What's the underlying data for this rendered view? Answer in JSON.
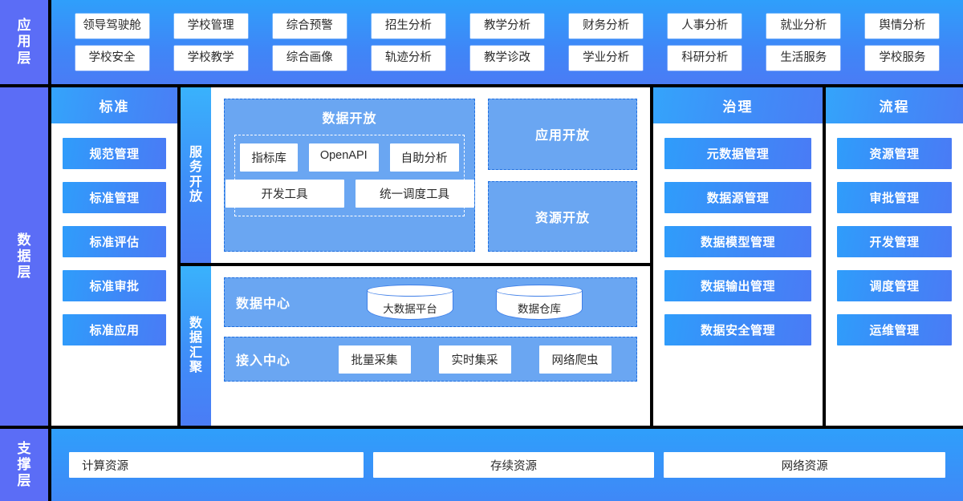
{
  "layers": {
    "application": {
      "label": "应用层"
    },
    "data": {
      "label": "数据层"
    },
    "support": {
      "label": "支撑层"
    }
  },
  "application": {
    "row1": [
      "领导驾驶舱",
      "学校管理",
      "综合预警",
      "招生分析",
      "教学分析",
      "财务分析",
      "人事分析",
      "就业分析",
      "舆情分析"
    ],
    "row2": [
      "学校安全",
      "学校教学",
      "综合画像",
      "轨迹分析",
      "教学诊改",
      "学业分析",
      "科研分析",
      "生活服务",
      "学校服务"
    ],
    "columns": [
      {
        "top": "领导驾驶舱",
        "bottom": "学校安全"
      },
      {
        "top": "学校管理",
        "bottom": "学校教学"
      },
      {
        "top": "综合预警",
        "bottom": "综合画像"
      },
      {
        "top": "招生分析",
        "bottom": "轨迹分析"
      },
      {
        "top": "教学分析",
        "bottom": "教学诊改"
      },
      {
        "top": "财务分析",
        "bottom": "学业分析"
      },
      {
        "top": "人事分析",
        "bottom": "科研分析"
      },
      {
        "top": "就业分析",
        "bottom": "生活服务"
      },
      {
        "top": "舆情分析",
        "bottom": "学校服务"
      }
    ]
  },
  "standard": {
    "title": "标准",
    "items": [
      "规范管理",
      "标准管理",
      "标准评估",
      "标准审批",
      "标准应用"
    ]
  },
  "governance": {
    "title": "治理",
    "items": [
      "元数据管理",
      "数据源管理",
      "数据模型管理",
      "数据输出管理",
      "数据安全管理"
    ]
  },
  "process": {
    "title": "流程",
    "items": [
      "资源管理",
      "审批管理",
      "开发管理",
      "调度管理",
      "运维管理"
    ]
  },
  "service_open": {
    "label": "服务开放",
    "data_open": {
      "title": "数据开放",
      "row1": [
        "指标库",
        "OpenAPI",
        "自助分析"
      ],
      "row2": [
        "开发工具",
        "统一调度工具"
      ]
    },
    "panels": [
      "应用开放",
      "资源开放"
    ]
  },
  "data_aggregation": {
    "label": "数据汇聚",
    "data_center": {
      "label": "数据中心",
      "cylinders": [
        "大数据平台",
        "数据仓库"
      ]
    },
    "access_center": {
      "label": "接入中心",
      "items": [
        "批量采集",
        "实时集采",
        "网络爬虫"
      ]
    }
  },
  "support": {
    "items": [
      "计算资源",
      "存续资源",
      "网络资源"
    ]
  },
  "colors": {
    "layer_label_bg": "#5b6df6",
    "panel_blue": "#6aa6f2",
    "accent_blue": "#3f87f7",
    "light_blue": "#2f9ffb",
    "dash_border": "#1f6fe0",
    "white": "#ffffff"
  }
}
